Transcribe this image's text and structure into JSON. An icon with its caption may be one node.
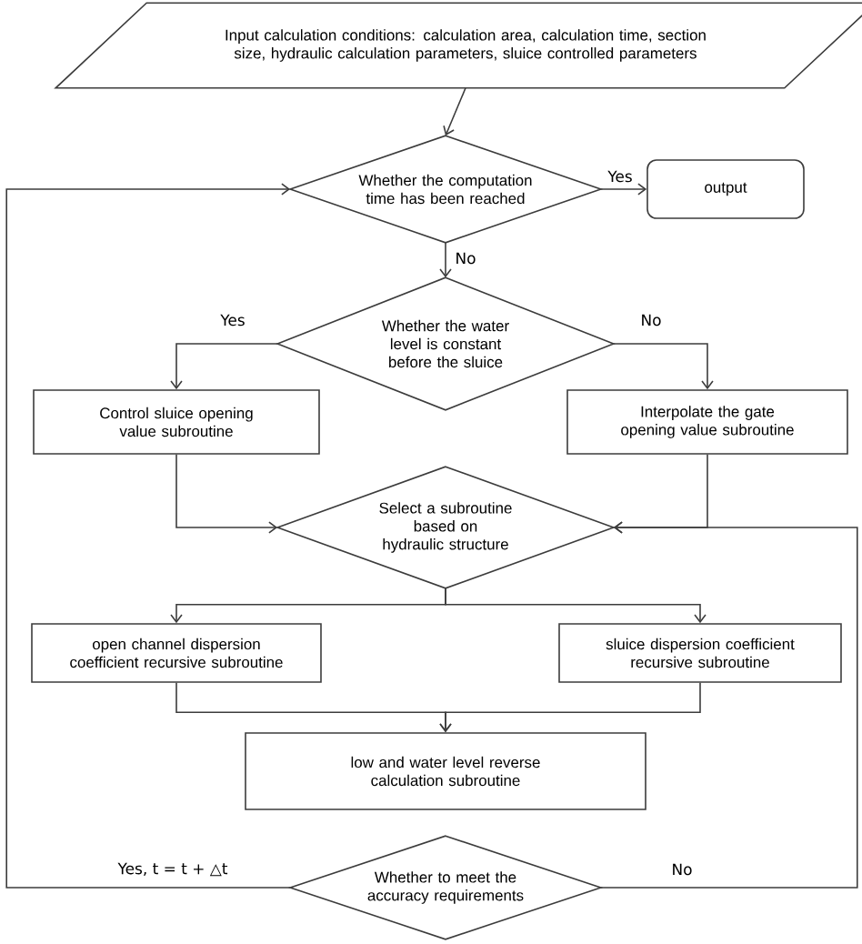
{
  "diagram": {
    "nodes": [
      {
        "text": [
          "Input calculation conditions: calculation area, calculation time, section size, hydraulic calculation parameters, sluice controlled parameters"
        ]
      },
      {
        "text": [
          "Whether the computation time has been reached"
        ]
      },
      {
        "text": [
          "output"
        ]
      },
      {
        "text": [
          "Whether the water level is constant before the sluice"
        ]
      },
      {
        "text": [
          "Control sluice opening value subroutine"
        ]
      },
      {
        "text": [
          "Interpolate the gate opening value subroutine"
        ]
      },
      {
        "text": [
          "Select a subroutine based on hydraulic structure"
        ]
      },
      {
        "text": [
          "open channel dispersion coefficient recursive subroutine"
        ]
      },
      {
        "text": [
          "sluice dispersion coefficient recursive subroutine"
        ]
      },
      {
        "text": [
          "low and water level reverse calculation subroutine"
        ]
      },
      {
        "text": [
          "Whether to meet the accuracy requirements"
        ]
      }
    ],
    "edges": [
      {
        "from": 0,
        "to": 1,
        "arrow": "to"
      },
      {
        "from": 1,
        "to": 2,
        "arrow": "to",
        "label": "Yes"
      },
      {
        "from": 1,
        "to": 3,
        "arrow": "to",
        "label": "No"
      },
      {
        "from": 3,
        "to": 4,
        "arrow": "to",
        "label": "Yes"
      },
      {
        "from": 3,
        "to": 5,
        "arrow": "to",
        "label": "No"
      },
      {
        "from": 4,
        "to": 6,
        "arrow": "to"
      },
      {
        "from": 5,
        "to": 6,
        "arrow": "to"
      },
      {
        "from": 6,
        "to": 7,
        "arrow": "to"
      },
      {
        "from": 6,
        "to": 8,
        "arrow": "to"
      },
      {
        "from": 7,
        "to": 9,
        "arrow": "to"
      },
      {
        "from": 8,
        "to": 9,
        "arrow": "to"
      },
      {
        "from": 10,
        "to": 1,
        "arrow": "to",
        "label": "Yes, t = t + △t"
      },
      {
        "from": 10,
        "to": 6,
        "arrow": "to",
        "label": "No"
      }
    ]
  }
}
